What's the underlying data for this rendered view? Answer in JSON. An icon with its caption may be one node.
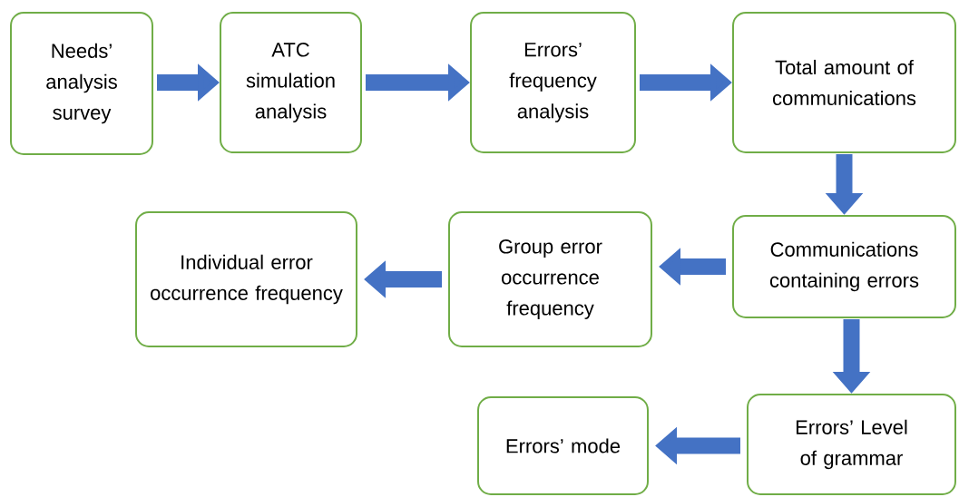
{
  "diagram": {
    "nodes": [
      {
        "text": [
          "Needs’ analysis survey"
        ]
      },
      {
        "text": [
          "ATC simulation analysis"
        ]
      },
      {
        "text": [
          "Errors’ frequency analysis"
        ]
      },
      {
        "text": [
          "Total amount of communications"
        ]
      },
      {
        "text": [
          "Communications containing errors"
        ]
      },
      {
        "text": [
          "Group error occurrence frequency"
        ]
      },
      {
        "text": [
          "Individual error occurrence frequency"
        ]
      },
      {
        "text": [
          "Errors’ Level of grammar"
        ]
      },
      {
        "text": [
          "Errors’ mode"
        ]
      }
    ],
    "edges": [
      {
        "from": 0,
        "to": 1,
        "arrow": "to"
      },
      {
        "from": 1,
        "to": 2,
        "arrow": "to"
      },
      {
        "from": 2,
        "to": 3,
        "arrow": "to"
      },
      {
        "from": 3,
        "to": 4,
        "arrow": "to"
      },
      {
        "from": 4,
        "to": 5,
        "arrow": "to"
      },
      {
        "from": 5,
        "to": 6,
        "arrow": "to"
      },
      {
        "from": 4,
        "to": 7,
        "arrow": "to"
      },
      {
        "from": 7,
        "to": 8,
        "arrow": "to"
      }
    ]
  }
}
